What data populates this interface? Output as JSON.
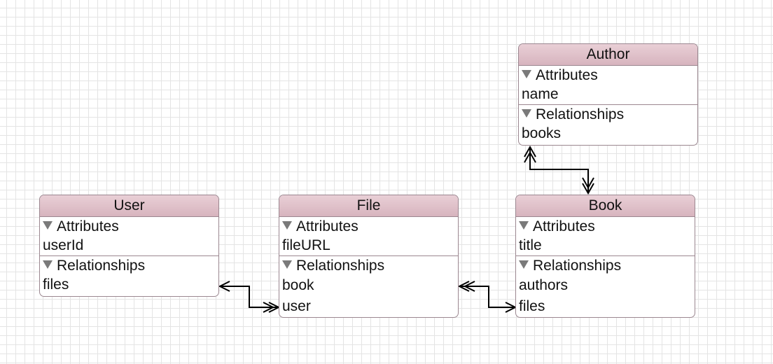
{
  "section_labels": {
    "attributes": "Attributes",
    "relationships": "Relationships"
  },
  "entities": {
    "author": {
      "title": "Author",
      "attributes": [
        "name"
      ],
      "relationships": [
        "books"
      ]
    },
    "user": {
      "title": "User",
      "attributes": [
        "userId"
      ],
      "relationships": [
        "files"
      ]
    },
    "file": {
      "title": "File",
      "attributes": [
        "fileURL"
      ],
      "relationships": [
        "book",
        "user"
      ]
    },
    "book": {
      "title": "Book",
      "attributes": [
        "title"
      ],
      "relationships": [
        "authors",
        "files"
      ]
    }
  },
  "colors": {
    "header_fill": "#dfc0c9",
    "border": "#9b8790",
    "connector": "#000000",
    "grid": "#e4e4e4"
  }
}
